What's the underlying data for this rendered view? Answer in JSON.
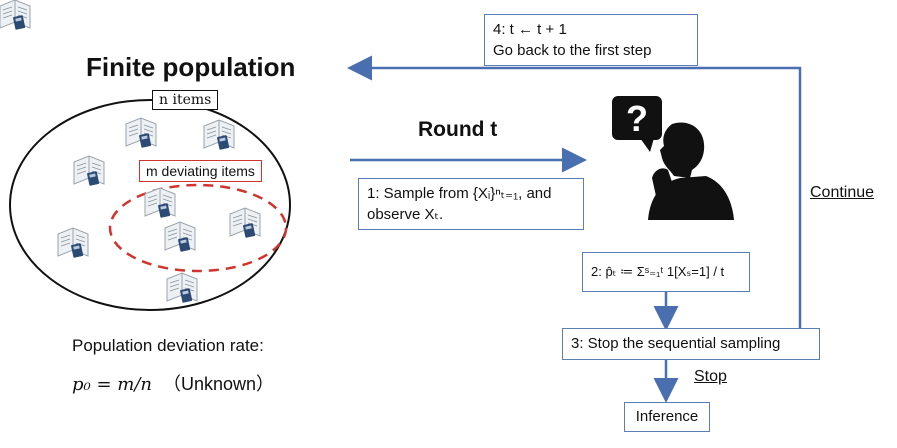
{
  "population": {
    "title": "Finite population",
    "n_items_label": "n items",
    "m_items_label": "m deviating items",
    "rate_label": "Population deviation rate:",
    "rate_formula": "p₀ = m/n",
    "rate_note": "（Unknown）"
  },
  "round": {
    "label": "Round t"
  },
  "steps": {
    "step1_line1": "1: Sample from {Xᵢ}ⁿₜ₌₁, and",
    "step1_line2": "observe Xₜ.",
    "step2": "2: p̂ₜ ≔ Σˢ₌₁ᵗ 1[Xₛ=1] / t",
    "step3": "3: Stop the sequential sampling",
    "step4_line1": "4: t ← t + 1",
    "step4_line2": "Go back to the first step",
    "inference": "Inference"
  },
  "labels": {
    "continue": "Continue",
    "stop": "Stop"
  },
  "icons": {
    "person": "thinking-person-icon",
    "question": "question-bubble-icon",
    "book": "book-calculator-icon"
  },
  "colors": {
    "arrow": "#4a6fb0",
    "box_border": "#5b7fb5",
    "red": "#d0342c"
  }
}
